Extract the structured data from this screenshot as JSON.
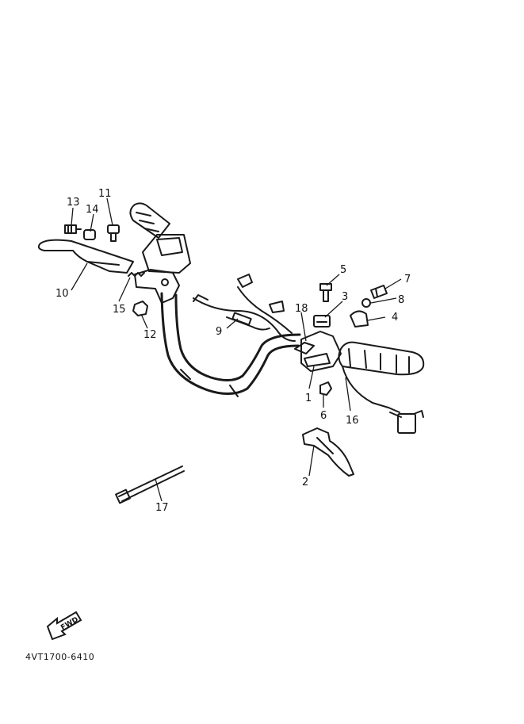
{
  "diagram": {
    "part_callouts": [
      "1",
      "2",
      "3",
      "4",
      "5",
      "6",
      "7",
      "8",
      "9",
      "10",
      "11",
      "12",
      "13",
      "14",
      "15",
      "16",
      "17",
      "18"
    ],
    "fwd_label": "FWD",
    "drawing_code": "4VT1700-6410"
  },
  "colors": {
    "ink": "#1a1a1a",
    "background": "#ffffff"
  }
}
